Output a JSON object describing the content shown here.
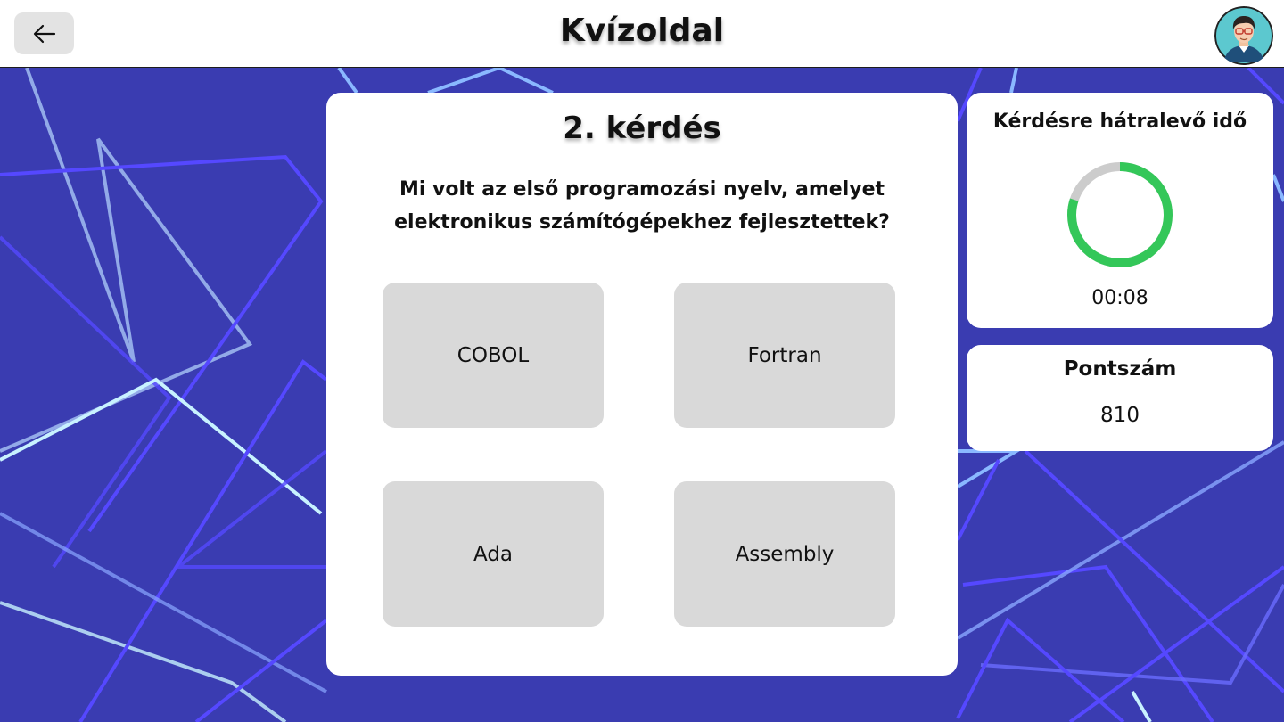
{
  "header": {
    "title": "Kvízoldal",
    "back_icon": "arrow-left-icon",
    "avatar_icon": "user-avatar"
  },
  "question": {
    "number_label": "2. kérdés",
    "text": "Mi volt az első programozási nyelv, amelyet elektronikus számítógépekhez fejlesztettek?",
    "answers": [
      "COBOL",
      "Fortran",
      "Ada",
      "Assembly"
    ]
  },
  "timer": {
    "title": "Kérdésre hátralevő idő",
    "value": "00:08",
    "remaining_fraction": 0.8,
    "ring_color": "#34c759",
    "track_color": "#cccccc"
  },
  "score": {
    "title": "Pontszám",
    "value": "810"
  },
  "colors": {
    "background": "#3a3cb1",
    "answer_bg": "#d9d9d9",
    "back_button_bg": "#e3e3e3"
  }
}
